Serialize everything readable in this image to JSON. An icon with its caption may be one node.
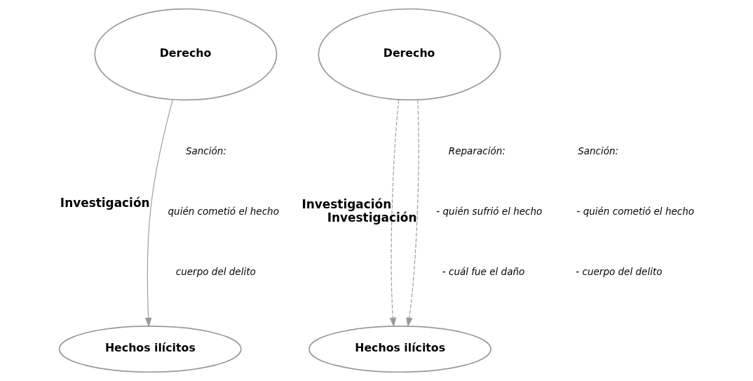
{
  "diagram": {
    "nodes": [
      {
        "text": [
          "Derecho"
        ]
      },
      {
        "text": [
          "Hechos ilícitos"
        ]
      },
      {
        "text": [
          "Derecho"
        ]
      },
      {
        "text": [
          "Hechos ilícitos"
        ]
      }
    ],
    "edges": [
      {
        "from": 0,
        "to": 1,
        "arrow": "to",
        "label": "Investigación"
      },
      {
        "from": 2,
        "to": 3,
        "arrow": "to",
        "label": "Investigación",
        "style": "dashed"
      },
      {
        "from": 2,
        "to": 3,
        "arrow": "to",
        "label": "Investigación",
        "style": "dashed"
      }
    ],
    "labels": [
      "Sanción:",
      "quién cometió el hecho",
      "cuerpo del delito",
      "Reparación:",
      "- quién sufrió el hecho",
      "- cuál fue el daño",
      "Sanción:",
      "- quién cometió el hecho",
      "- cuerpo del delito"
    ]
  }
}
